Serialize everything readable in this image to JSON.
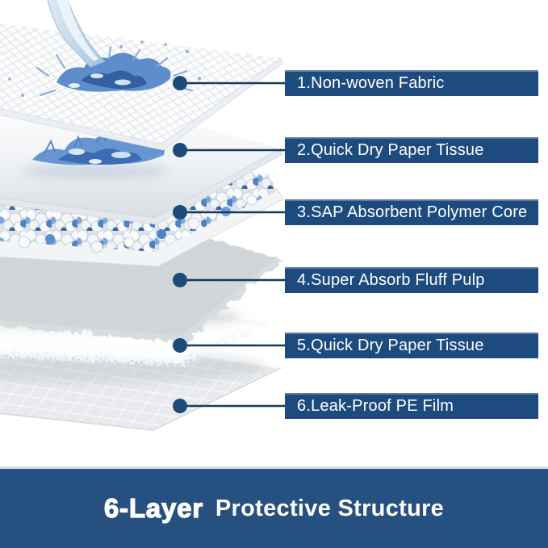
{
  "callouts": [
    {
      "label": "1.Non-woven Fabric"
    },
    {
      "label": "2.Quick Dry Paper Tissue"
    },
    {
      "label": "3.SAP Absorbent Polymer Core"
    },
    {
      "label": "4.Super Absorb Fluff Pulp"
    },
    {
      "label": "5.Quick Dry Paper Tissue"
    },
    {
      "label": "6.Leak-Proof PE Film"
    }
  ],
  "banner": {
    "highlight": "6-Layer",
    "title": "Protective Structure"
  },
  "colors": {
    "label_background": "#1d4b7e",
    "label_text": "#ffffff",
    "connector_line": "#17395c",
    "connector_dot": "#1d4a78",
    "banner_background": "#26507f",
    "banner_separator": "#ccdce8",
    "banner_text": "#ffffff",
    "water_blue": "#5d8ecb",
    "bead_blue": "#4d82c4"
  }
}
